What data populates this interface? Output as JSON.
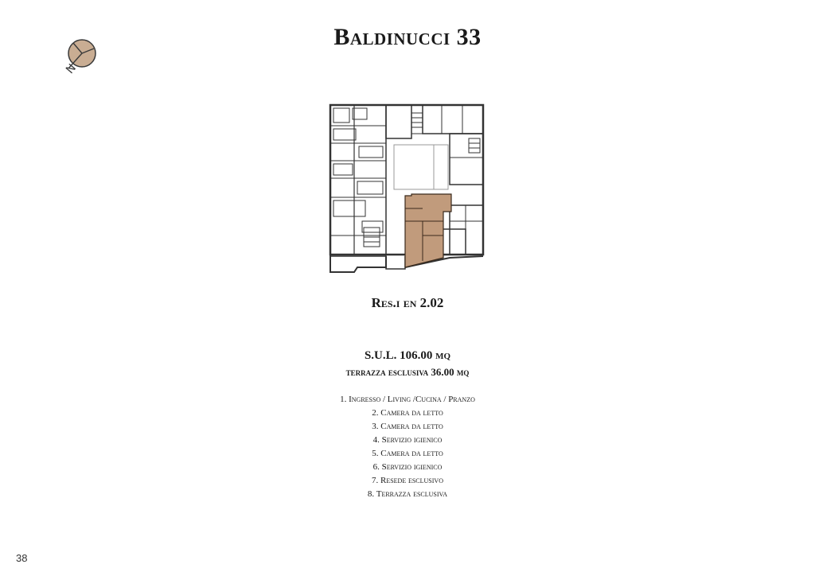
{
  "header": {
    "title": "Baldinucci 33"
  },
  "compass": {
    "label": "N",
    "fill": "#c9ad93"
  },
  "plan": {
    "highlight_color": "#c19b7c",
    "wall_color": "#333333"
  },
  "unit": {
    "name": "Res.i en 2.02"
  },
  "areas": {
    "sul": "S.U.L. 106.00 mq",
    "terrace": "terrazza esclusiva 36.00 mq"
  },
  "rooms": [
    "1. Ingresso / Living /Cucina / Pranzo",
    "2. Camera da letto",
    "3. Camera da letto",
    "4. Servizio igienico",
    "5. Camera da letto",
    "6. Servizio igienico",
    "7. Resede esclusivo",
    "8. Terrazza esclusiva"
  ],
  "page": {
    "number": "38"
  }
}
